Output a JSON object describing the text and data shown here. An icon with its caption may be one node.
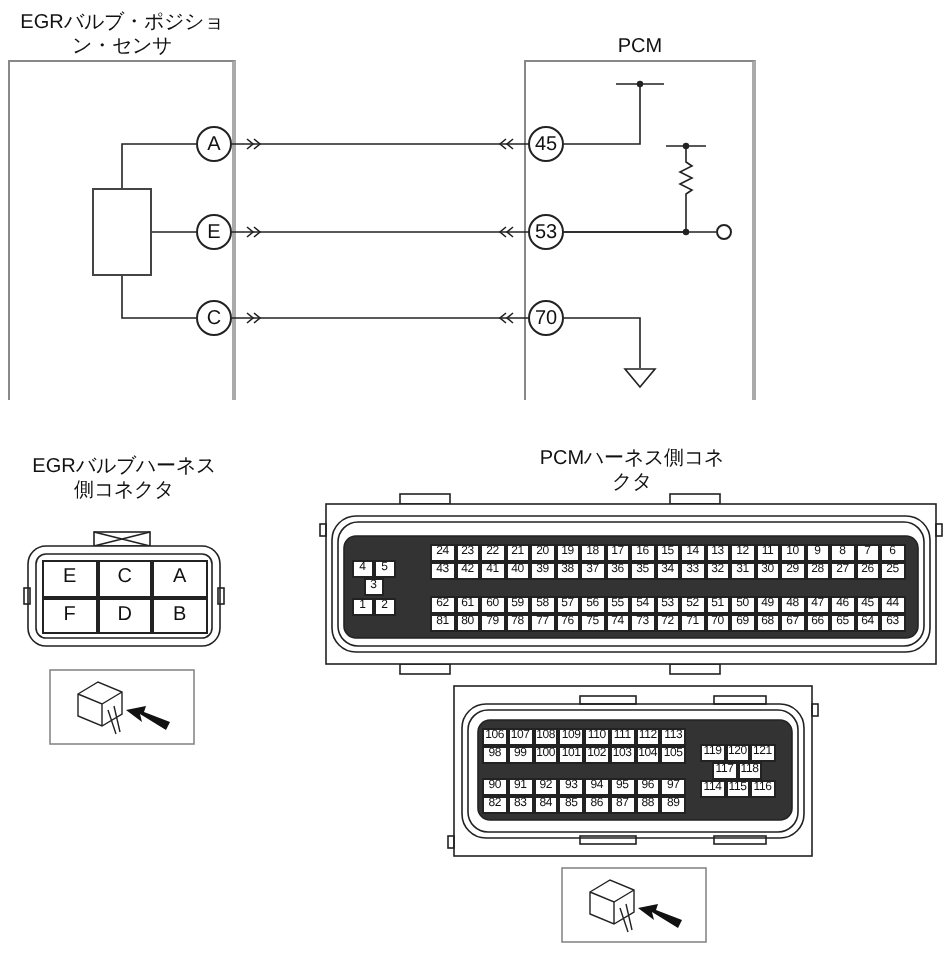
{
  "diagram": {
    "nodes": [
      {
        "text": [
          "EGRバルブ・ポジション・センサ"
        ]
      },
      {
        "text": [],
        "shape": "box",
        "in": 0
      },
      {
        "text": [
          "A"
        ],
        "in": 0
      },
      {
        "text": [
          "E"
        ],
        "in": 0
      },
      {
        "text": [
          "C"
        ],
        "in": 0
      },
      {
        "text": [
          "PCM"
        ]
      },
      {
        "text": [
          "45"
        ],
        "in": 5
      },
      {
        "text": [
          "53"
        ],
        "in": 5
      },
      {
        "text": [
          "70"
        ],
        "in": 5
      },
      {
        "text": [
          "EGRバルブハーネス側コネクタ"
        ]
      },
      {
        "text": [
          "PCMハーネス側コネクタ"
        ]
      },
      {
        "text": [],
        "shape": "bar",
        "in": 5
      },
      {
        "text": [],
        "shape": "resistor",
        "in": 5
      },
      {
        "text": [],
        "shape": "circle",
        "in": 5
      },
      {
        "text": [],
        "shape": "ground",
        "in": 5
      }
    ],
    "edges": [
      {
        "from": 1,
        "to": 2,
        "arrow": "none"
      },
      {
        "from": 1,
        "to": 3,
        "arrow": "none"
      },
      {
        "from": 1,
        "to": 4,
        "arrow": "none"
      },
      {
        "from": 2,
        "to": 6,
        "arrow": "other"
      },
      {
        "from": 3,
        "to": 7,
        "arrow": "other"
      },
      {
        "from": 4,
        "to": 8,
        "arrow": "other"
      },
      {
        "from": 6,
        "to": 11,
        "arrow": "none"
      },
      {
        "from": 7,
        "to": 13,
        "arrow": "none"
      },
      {
        "from": 7,
        "to": 12,
        "arrow": "none"
      },
      {
        "from": 8,
        "to": 14,
        "arrow": "none"
      }
    ],
    "labels": [
      "E",
      "C",
      "A",
      "F",
      "D",
      "B",
      "4",
      "5",
      "3",
      "1",
      "2",
      "24",
      "23",
      "22",
      "21",
      "20",
      "19",
      "18",
      "17",
      "16",
      "15",
      "14",
      "13",
      "12",
      "11",
      "10",
      "9",
      "8",
      "7",
      "6",
      "43",
      "42",
      "41",
      "40",
      "39",
      "38",
      "37",
      "36",
      "35",
      "34",
      "33",
      "32",
      "31",
      "30",
      "29",
      "28",
      "27",
      "26",
      "25",
      "62",
      "61",
      "60",
      "59",
      "58",
      "57",
      "56",
      "55",
      "54",
      "53",
      "52",
      "51",
      "50",
      "49",
      "48",
      "47",
      "46",
      "45",
      "44",
      "81",
      "80",
      "79",
      "78",
      "77",
      "76",
      "75",
      "74",
      "73",
      "72",
      "71",
      "70",
      "69",
      "68",
      "67",
      "66",
      "65",
      "64",
      "63",
      "106",
      "107",
      "108",
      "109",
      "110",
      "111",
      "112",
      "113",
      "98",
      "99",
      "100",
      "101",
      "102",
      "103",
      "104",
      "105",
      "90",
      "91",
      "92",
      "93",
      "94",
      "95",
      "96",
      "97",
      "82",
      "83",
      "84",
      "85",
      "86",
      "87",
      "88",
      "89",
      "119",
      "120",
      "121",
      "117",
      "118",
      "114",
      "115",
      "116"
    ]
  }
}
